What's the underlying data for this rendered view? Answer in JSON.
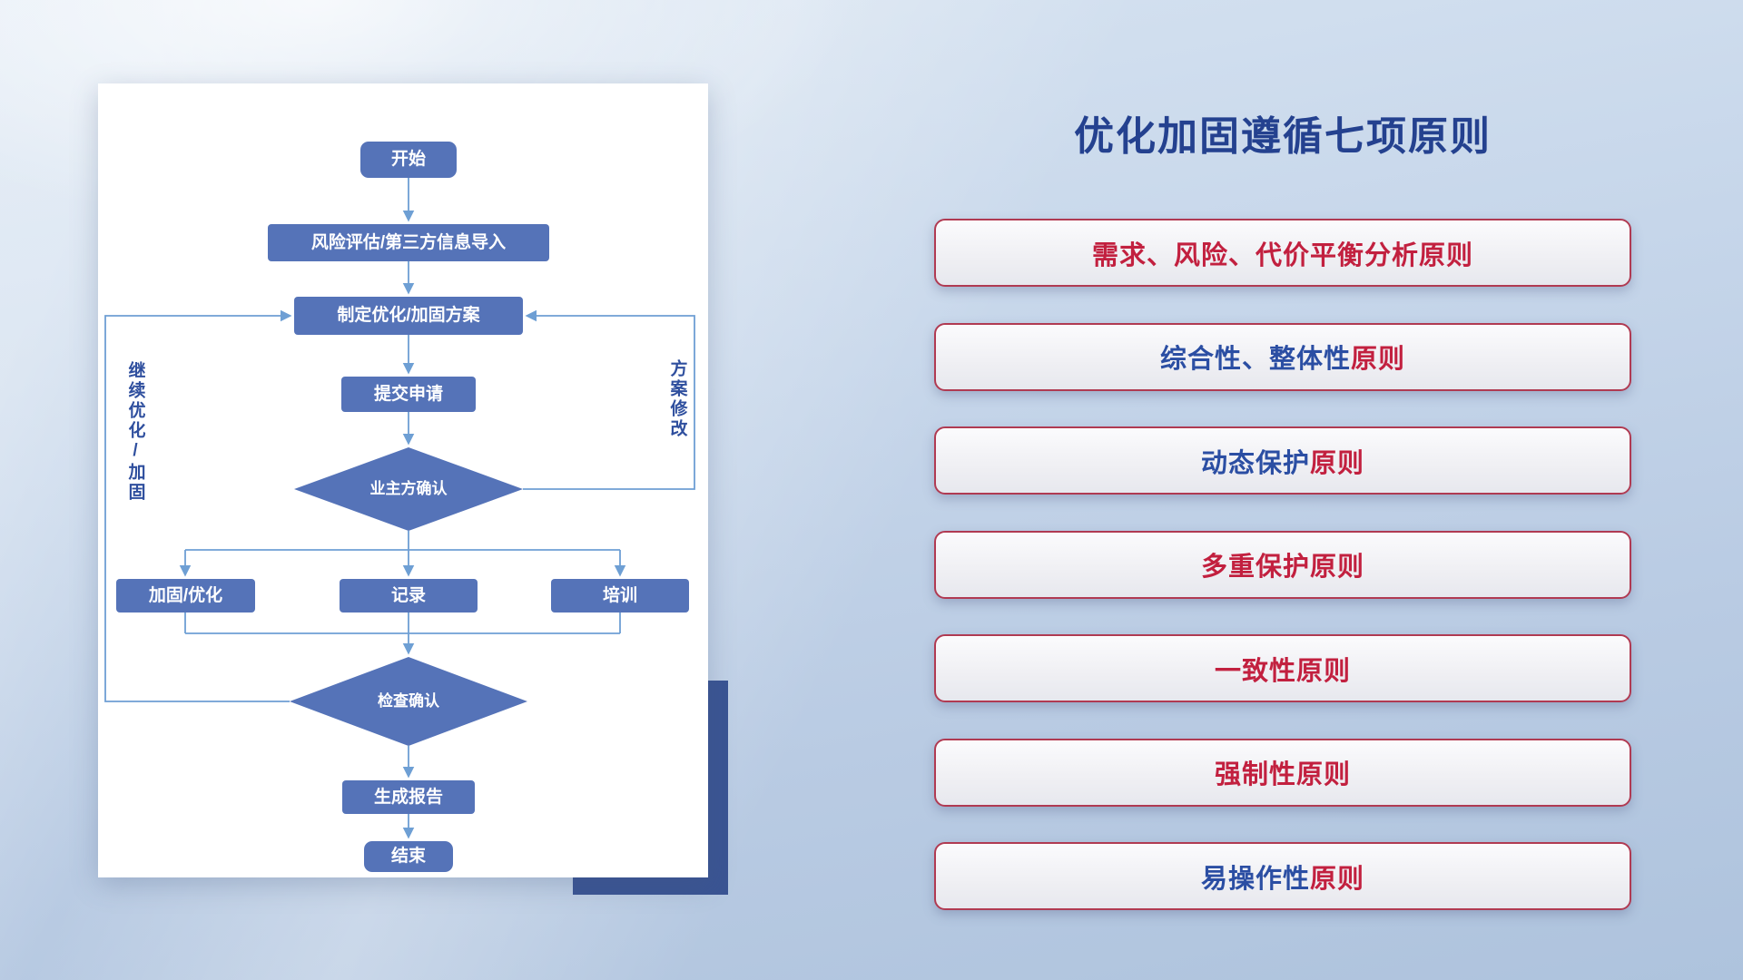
{
  "title": "优化加固遵循七项原则",
  "flowchart": {
    "nodes": {
      "start": "开始",
      "risk": "风险评估/第三方信息导入",
      "plan": "制定优化/加固方案",
      "submit": "提交申请",
      "owner_confirm": "业主方确认",
      "reinforce": "加固/优化",
      "record": "记录",
      "training": "培训",
      "check_confirm": "检查确认",
      "report": "生成报告",
      "end": "结束"
    },
    "labels": {
      "left_loop": "继续优化/加固",
      "right_loop": "方案修改"
    }
  },
  "principles": {
    "items": [
      {
        "segments": [
          {
            "text": "需求、风险、代价平衡分析原则",
            "tone": "red"
          }
        ]
      },
      {
        "segments": [
          {
            "text": "综合性、整体性",
            "tone": "blue"
          },
          {
            "text": "原则",
            "tone": "red"
          }
        ]
      },
      {
        "segments": [
          {
            "text": "动态保护",
            "tone": "blue"
          },
          {
            "text": "原则",
            "tone": "red"
          }
        ]
      },
      {
        "segments": [
          {
            "text": "多重保护原则",
            "tone": "red"
          }
        ]
      },
      {
        "segments": [
          {
            "text": "一致性原则",
            "tone": "red"
          }
        ]
      },
      {
        "segments": [
          {
            "text": "强制性原则",
            "tone": "red"
          }
        ]
      },
      {
        "segments": [
          {
            "text": "易操作性",
            "tone": "blue"
          },
          {
            "text": "原则",
            "tone": "red"
          }
        ]
      }
    ]
  },
  "colors": {
    "node_blue": "#5573b8",
    "line_blue": "#6e9fd4",
    "label_blue": "#2f4f9e",
    "title_blue": "#24418f",
    "navy_decor": "#3a5493",
    "principle_border": "#b03a52",
    "principle_red": "#c2203f",
    "principle_blue": "#2b4ea3"
  }
}
